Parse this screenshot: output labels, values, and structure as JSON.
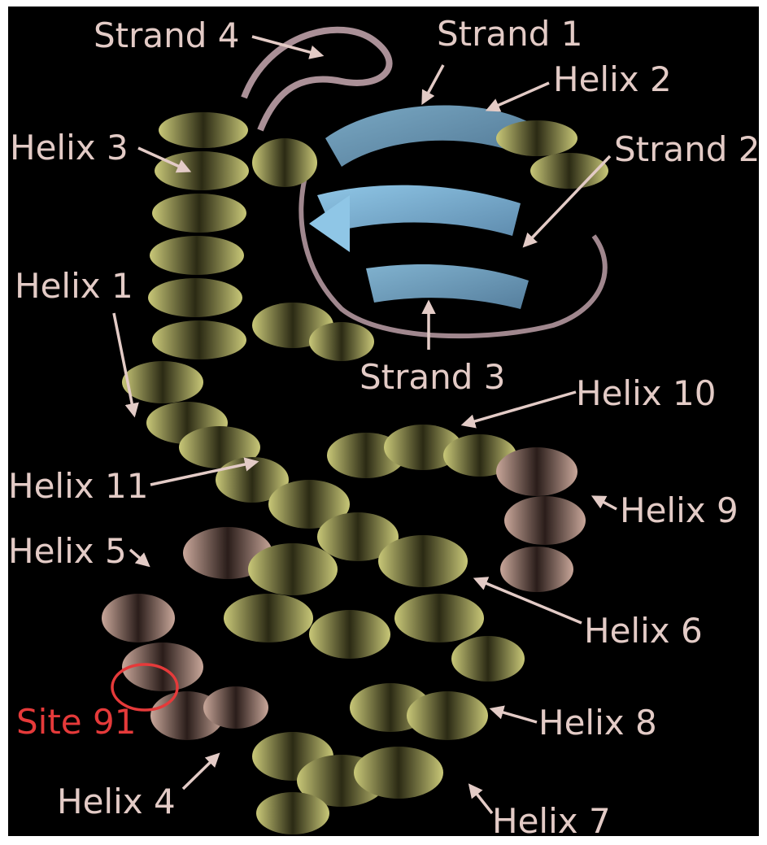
{
  "figure": {
    "labels": {
      "strand_4": "Strand 4",
      "strand_1": "Strand 1",
      "helix_2": "Helix 2",
      "helix_3": "Helix 3",
      "strand_2": "Strand 2",
      "helix_1": "Helix 1",
      "strand_3": "Strand 3",
      "helix_10": "Helix 10",
      "helix_11": "Helix 11",
      "helix_9": "Helix 9",
      "helix_5": "Helix 5",
      "helix_6": "Helix 6",
      "site_91": "Site 91",
      "helix_8": "Helix 8",
      "helix_4": "Helix 4",
      "helix_7": "Helix 7"
    },
    "colors": {
      "background": "#000000",
      "frame": "#ffffff",
      "label_text": "#e3cbc6",
      "site_marker": "#e53a3a",
      "helix_ribbon": "#c9c878",
      "strand_ribbon": "#8fc6e6",
      "loop_ribbon": "#c8a9b2"
    }
  }
}
